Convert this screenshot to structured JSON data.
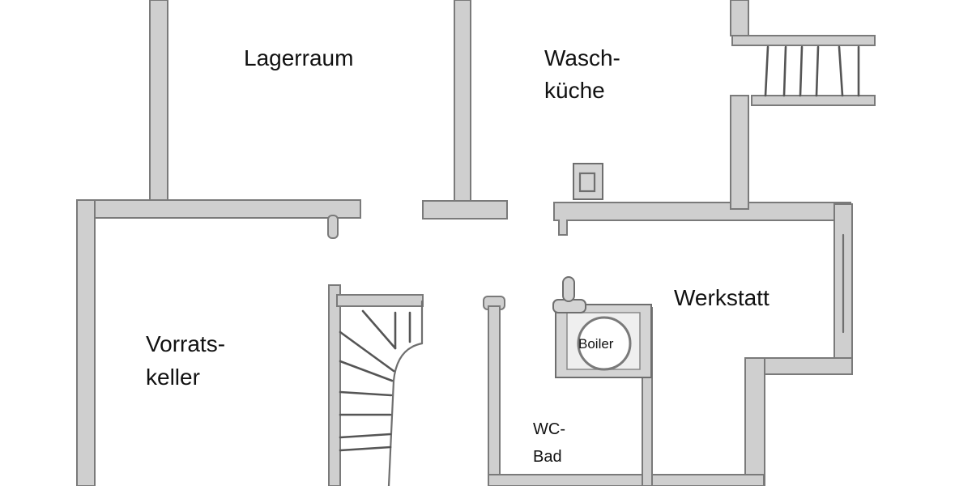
{
  "plan": {
    "title": "",
    "colors": {
      "wall_fill": "#cfcfcf",
      "wall_stroke": "#7a7a7a",
      "text": "#111111",
      "background": "#ffffff"
    },
    "rooms": [
      {
        "id": "lagerraum",
        "label": "Lagerraum"
      },
      {
        "id": "waschkueche",
        "line1": "Wasch-",
        "line2": "küche"
      },
      {
        "id": "werkstatt",
        "label": "Werkstatt"
      },
      {
        "id": "vorratskeller",
        "line1": "Vorrats-",
        "line2": "keller"
      },
      {
        "id": "wc_bad",
        "line1": "WC-",
        "line2": "Bad"
      }
    ],
    "fixtures": [
      {
        "id": "boiler",
        "label": "Boiler",
        "icon": "boiler-circle-icon"
      },
      {
        "id": "chimney",
        "icon": "chimney-icon"
      },
      {
        "id": "spiral_stair",
        "icon": "winding-staircase-icon"
      },
      {
        "id": "exterior_stair",
        "icon": "straight-staircase-icon"
      }
    ]
  }
}
